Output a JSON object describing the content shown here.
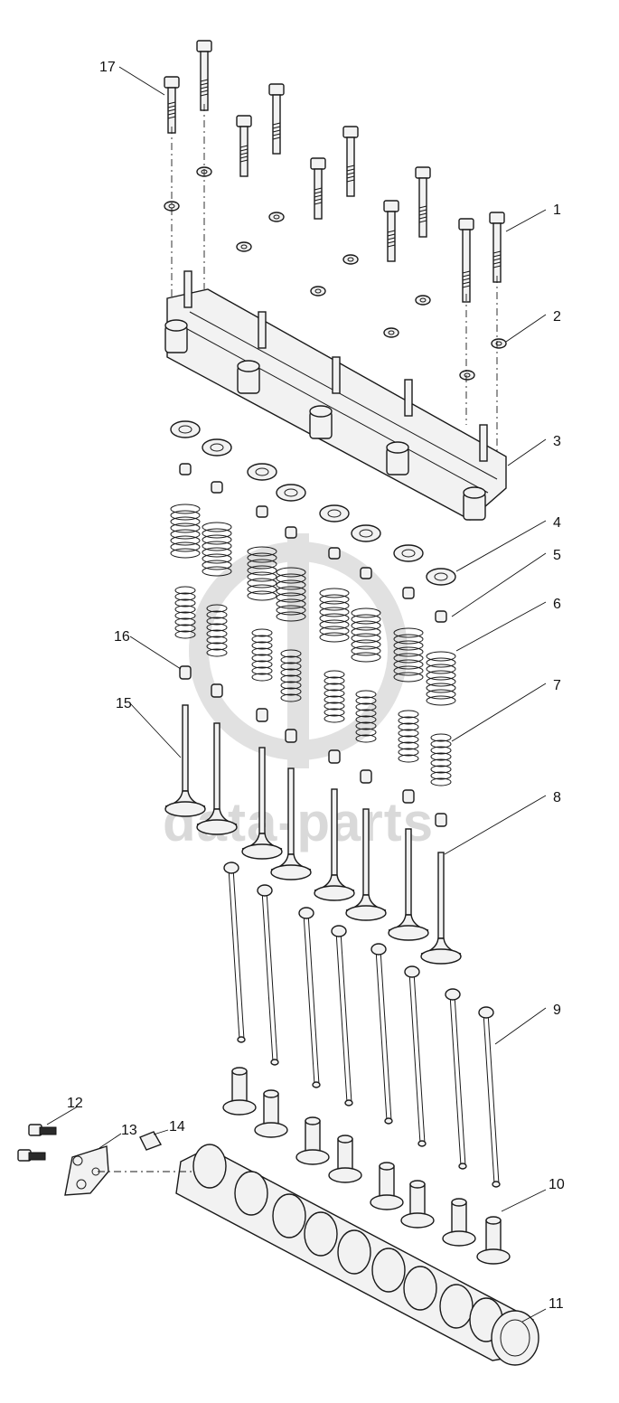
{
  "diagram": {
    "watermark": {
      "text": "data-parts"
    },
    "callouts": [
      {
        "id": "callout-1",
        "label": "1"
      },
      {
        "id": "callout-2",
        "label": "2"
      },
      {
        "id": "callout-3",
        "label": "3"
      },
      {
        "id": "callout-4",
        "label": "4"
      },
      {
        "id": "callout-5",
        "label": "5"
      },
      {
        "id": "callout-6",
        "label": "6"
      },
      {
        "id": "callout-7",
        "label": "7"
      },
      {
        "id": "callout-8",
        "label": "8"
      },
      {
        "id": "callout-9",
        "label": "9"
      },
      {
        "id": "callout-10",
        "label": "10"
      },
      {
        "id": "callout-11",
        "label": "11"
      },
      {
        "id": "callout-12",
        "label": "12"
      },
      {
        "id": "callout-13",
        "label": "13"
      },
      {
        "id": "callout-14",
        "label": "14"
      },
      {
        "id": "callout-15",
        "label": "15"
      },
      {
        "id": "callout-16",
        "label": "16"
      },
      {
        "id": "callout-17",
        "label": "17"
      }
    ],
    "colors": {
      "line": "#1a1a1a",
      "fill": "#f2f2f2",
      "watermark": "#d9d9d9"
    }
  }
}
